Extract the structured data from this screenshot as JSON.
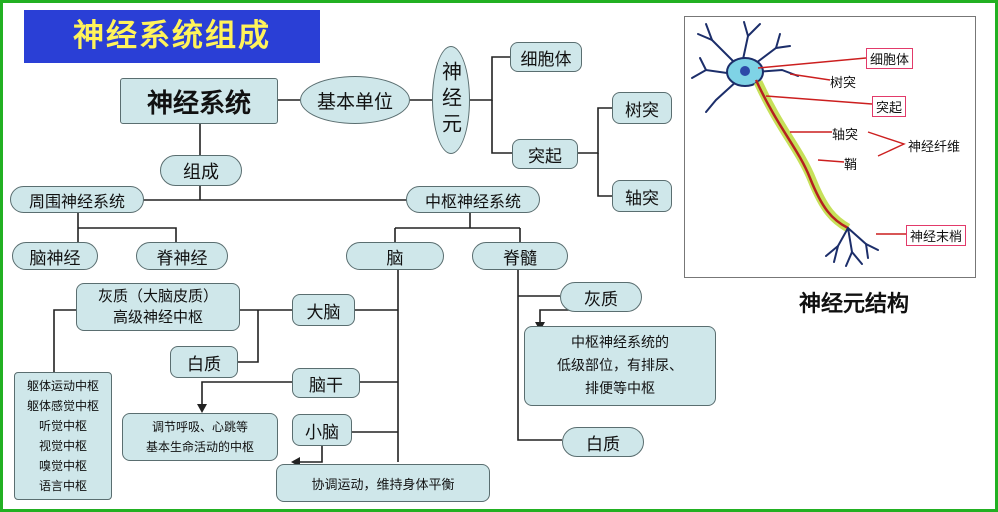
{
  "title": "神经系统组成",
  "nodes": {
    "nervous_system": "神经系统",
    "basic_unit": "基本单位",
    "neuron": "神经元",
    "cell_body": "细胞体",
    "process": "突起",
    "dendrite": "树突",
    "axon": "轴突",
    "composition": "组成",
    "pns": "周围神经系统",
    "cns": "中枢神经系统",
    "cranial": "脑神经",
    "spinal_nerve": "脊神经",
    "brain": "脑",
    "spinal_cord": "脊髓",
    "gray_cortex": "灰质（大脑皮质）\n高级神经中枢",
    "cerebrum": "大脑",
    "white_matter_brain": "白质",
    "brainstem": "脑干",
    "cerebellum": "小脑",
    "brainstem_desc": "调节呼吸、心跳等\n基本生命活动的中枢",
    "cerebellum_desc": "协调运动，维持身体平衡",
    "centers_list": "躯体运动中枢\n躯体感觉中枢\n听觉中枢\n视觉中枢\n嗅觉中枢\n语言中枢",
    "sc_gray": "灰质",
    "sc_gray_desc": "中枢神经系统的\n低级部位，有排尿、\n排便等中枢",
    "sc_white": "白质"
  },
  "neuron_labels": {
    "cell_body": "细胞体",
    "dendrite": "树突",
    "process": "突起",
    "axon": "轴突",
    "sheath": "鞘",
    "nerve_fiber": "神经纤维",
    "nerve_ending": "神经末梢"
  },
  "neuron_caption": "神经元结构",
  "colors": {
    "title_bg": "#2a3fd6",
    "title_text": "#fff35a",
    "box_fill": "#cfe7ea",
    "frame": "#22b022",
    "label_border": "#e23a6a",
    "pointer": "#cc1f1f",
    "myelin": "#c6e05a"
  }
}
